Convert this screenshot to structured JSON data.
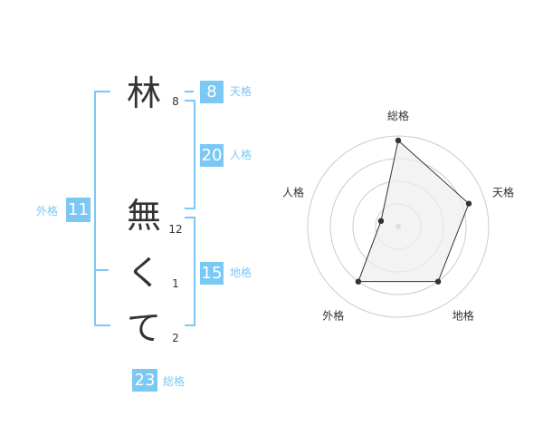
{
  "name": {
    "characters": [
      {
        "char": "林",
        "strokes": "8"
      },
      {
        "char": "無",
        "strokes": "12"
      },
      {
        "char": "く",
        "strokes": "1"
      },
      {
        "char": "て",
        "strokes": "2"
      }
    ]
  },
  "kakusu": {
    "tenkaku": {
      "value": "8",
      "label": "天格"
    },
    "jinkaku": {
      "value": "20",
      "label": "人格"
    },
    "chikaku": {
      "value": "15",
      "label": "地格"
    },
    "gaikaku": {
      "value": "11",
      "label": "外格"
    },
    "soukaku": {
      "value": "23",
      "label": "総格"
    }
  },
  "colors": {
    "accent": "#7cc8f5",
    "text": "#333333",
    "grid": "#cccccc",
    "fill": "#eeeeee"
  },
  "chart_data": {
    "type": "radar",
    "axes": [
      "総格",
      "天格",
      "地格",
      "外格",
      "人格"
    ],
    "values": [
      0.95,
      0.82,
      0.75,
      0.75,
      0.2
    ],
    "max": 1,
    "rings": 4
  }
}
